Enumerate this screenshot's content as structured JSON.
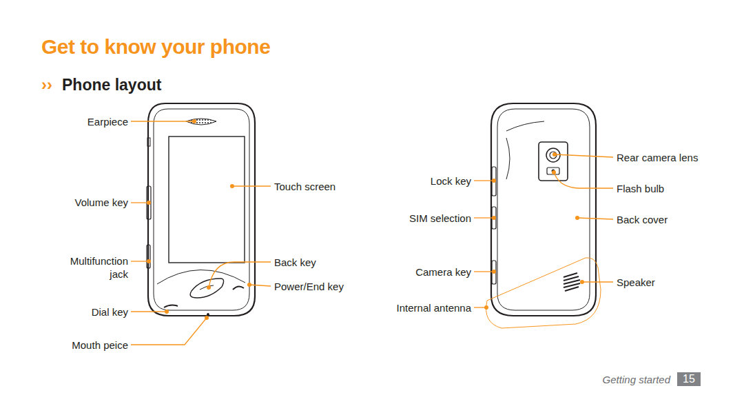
{
  "diagram": {
    "title": "Get to know your phone",
    "labels": [
      "››",
      "Phone layout",
      "Earpiece",
      "Volume key",
      "Multifunction jack",
      "Dial key",
      "Mouth peice",
      "Touch screen",
      "Back key",
      "Power/End key",
      "Lock key",
      "SIM selection",
      "Camera key",
      "Internal antenna",
      "Rear camera lens",
      "Flash bulb",
      "Back cover",
      "Speaker",
      "Getting started",
      "15"
    ]
  }
}
